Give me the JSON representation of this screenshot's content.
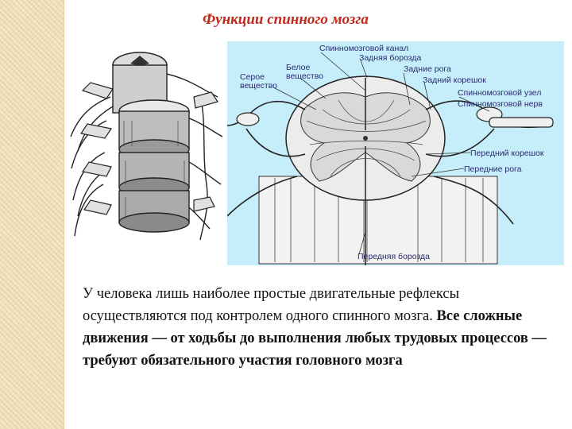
{
  "slide": {
    "title": "Функции спинного мозга",
    "text_plain": "У человека лишь наиболее простые двигательные рефлексы осуществляются под контролем одного спинного мозга.",
    "text_bold": "Все сложные движения — от ходьбы до выполнения любых трудовых процессов — требуют обязательного участия головного мозга"
  },
  "diagram": {
    "labels": {
      "canal": "Спинномозговой канал",
      "posterior_sulcus": "Задняя борозда",
      "white_matter": "Белое вещество",
      "gray_matter": "Серое вещество",
      "posterior_horns": "Задние рога",
      "posterior_root": "Задний корешок",
      "ganglion": "Спинномозговой узел",
      "nerve": "Спинномозговой нерв",
      "anterior_root": "Передний корешок",
      "anterior_horns": "Передние рога",
      "anterior_fissure": "Передняя борозда"
    }
  },
  "colors": {
    "title": "#c0281c",
    "panel_bg": "#c6eefa",
    "label_text": "#2a2a6e",
    "side_strip": "#f3e2bb"
  }
}
